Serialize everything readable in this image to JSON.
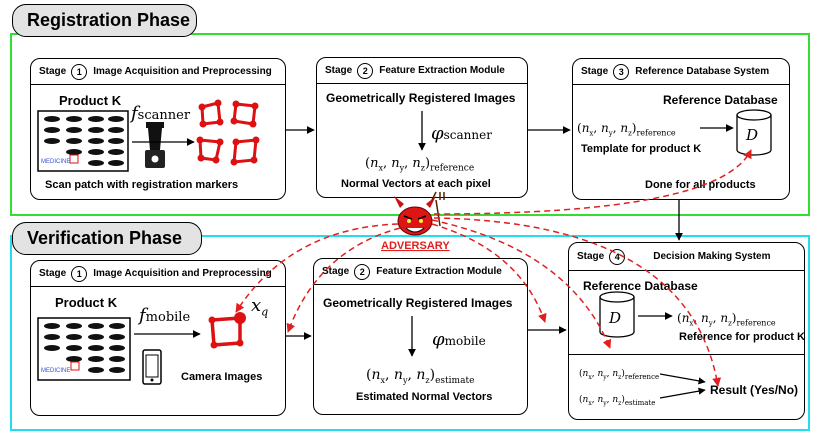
{
  "colors": {
    "registration_frame": "#33dd33",
    "verification_frame": "#22ddee",
    "adversary": "#e02020",
    "marker": "#dd1111"
  },
  "registration": {
    "phase_label": "Registration Phase",
    "stage1": {
      "stage_word": "Stage",
      "num": "1",
      "title": "Image Acquisition and Preprocessing",
      "product": "Product K",
      "func_f": "f",
      "func_sub": "scanner",
      "caption": "Scan patch with registration markers",
      "medicine": "MEDICINE"
    },
    "stage2": {
      "stage_word": "Stage",
      "num": "2",
      "title": "Feature Extraction Module",
      "heading": "Geometrically Registered Images",
      "phi": "φ",
      "phi_sub": "scanner",
      "normal_tuple": "(n",
      "normal_sub": "reference",
      "caption": "Normal Vectors at each pixel"
    },
    "stage3": {
      "stage_word": "Stage",
      "num": "3",
      "title": "Reference Database System",
      "db_heading": "Reference Database",
      "tuple_sub": "reference",
      "template": "Template for product K",
      "db_symbol": "D",
      "done": "Done for all products"
    }
  },
  "adversary": {
    "label": "ADVERSARY"
  },
  "verification": {
    "phase_label": "Verification Phase",
    "stage1": {
      "stage_word": "Stage",
      "num": "1",
      "title": "Image Acquisition and Preprocessing",
      "product": "Product K",
      "func_f": "f",
      "func_sub": "mobile",
      "xq": "x",
      "xq_sub": "q",
      "caption": "Camera Images",
      "medicine": "MEDICINE"
    },
    "stage2": {
      "stage_word": "Stage",
      "num": "2",
      "title": "Feature Extraction Module",
      "heading": "Geometrically Registered Images",
      "phi": "φ",
      "phi_sub": "mobile",
      "tuple_sub": "estimate",
      "caption": "Estimated Normal Vectors"
    },
    "stage4": {
      "stage_word": "Stage",
      "num": "4",
      "title": "Decision Making System",
      "db_heading": "Reference Database",
      "db_symbol": "D",
      "tuple_sub": "reference",
      "ref_caption": "Reference for product K",
      "in1_sub": "reference",
      "in2_sub": "estimate",
      "result": "Result (Yes/No)"
    }
  }
}
